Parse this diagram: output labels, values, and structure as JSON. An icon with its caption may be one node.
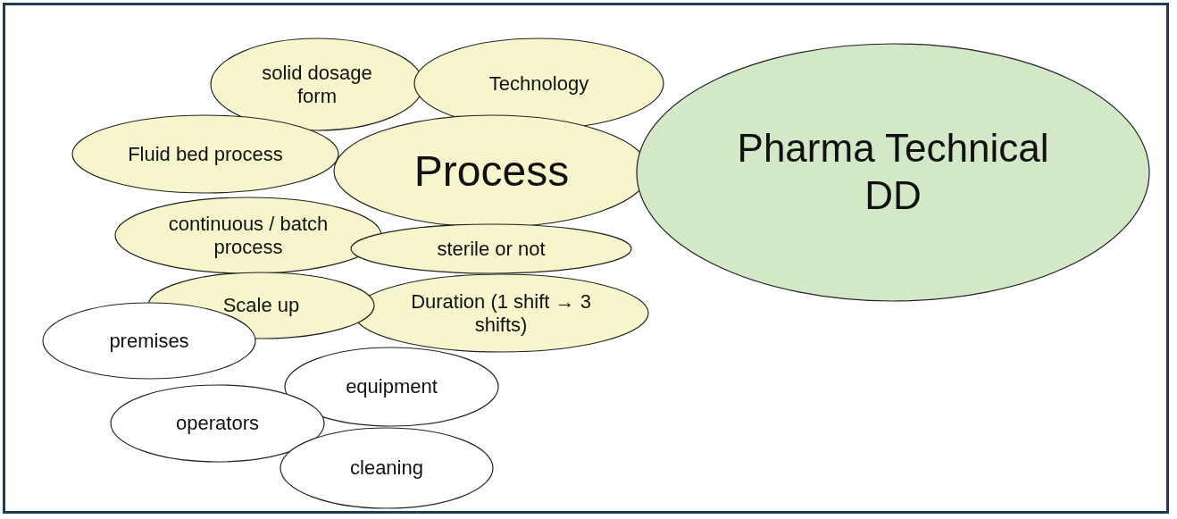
{
  "diagram": {
    "nodes": [
      {
        "text": [
          "solid dosage form"
        ]
      },
      {
        "text": [
          "Technology"
        ]
      },
      {
        "text": [
          "Fluid bed process"
        ]
      },
      {
        "text": [
          "Process"
        ]
      },
      {
        "text": [
          "Pharma Technical DD"
        ]
      },
      {
        "text": [
          "continuous / batch process"
        ]
      },
      {
        "text": [
          "sterile or not"
        ]
      },
      {
        "text": [
          "Duration (1 shift → 3 shifts)"
        ]
      },
      {
        "text": [
          "Scale up"
        ]
      },
      {
        "text": [
          "premises"
        ]
      },
      {
        "text": [
          "equipment"
        ]
      },
      {
        "text": [
          "operators"
        ]
      },
      {
        "text": [
          "cleaning"
        ]
      }
    ]
  }
}
